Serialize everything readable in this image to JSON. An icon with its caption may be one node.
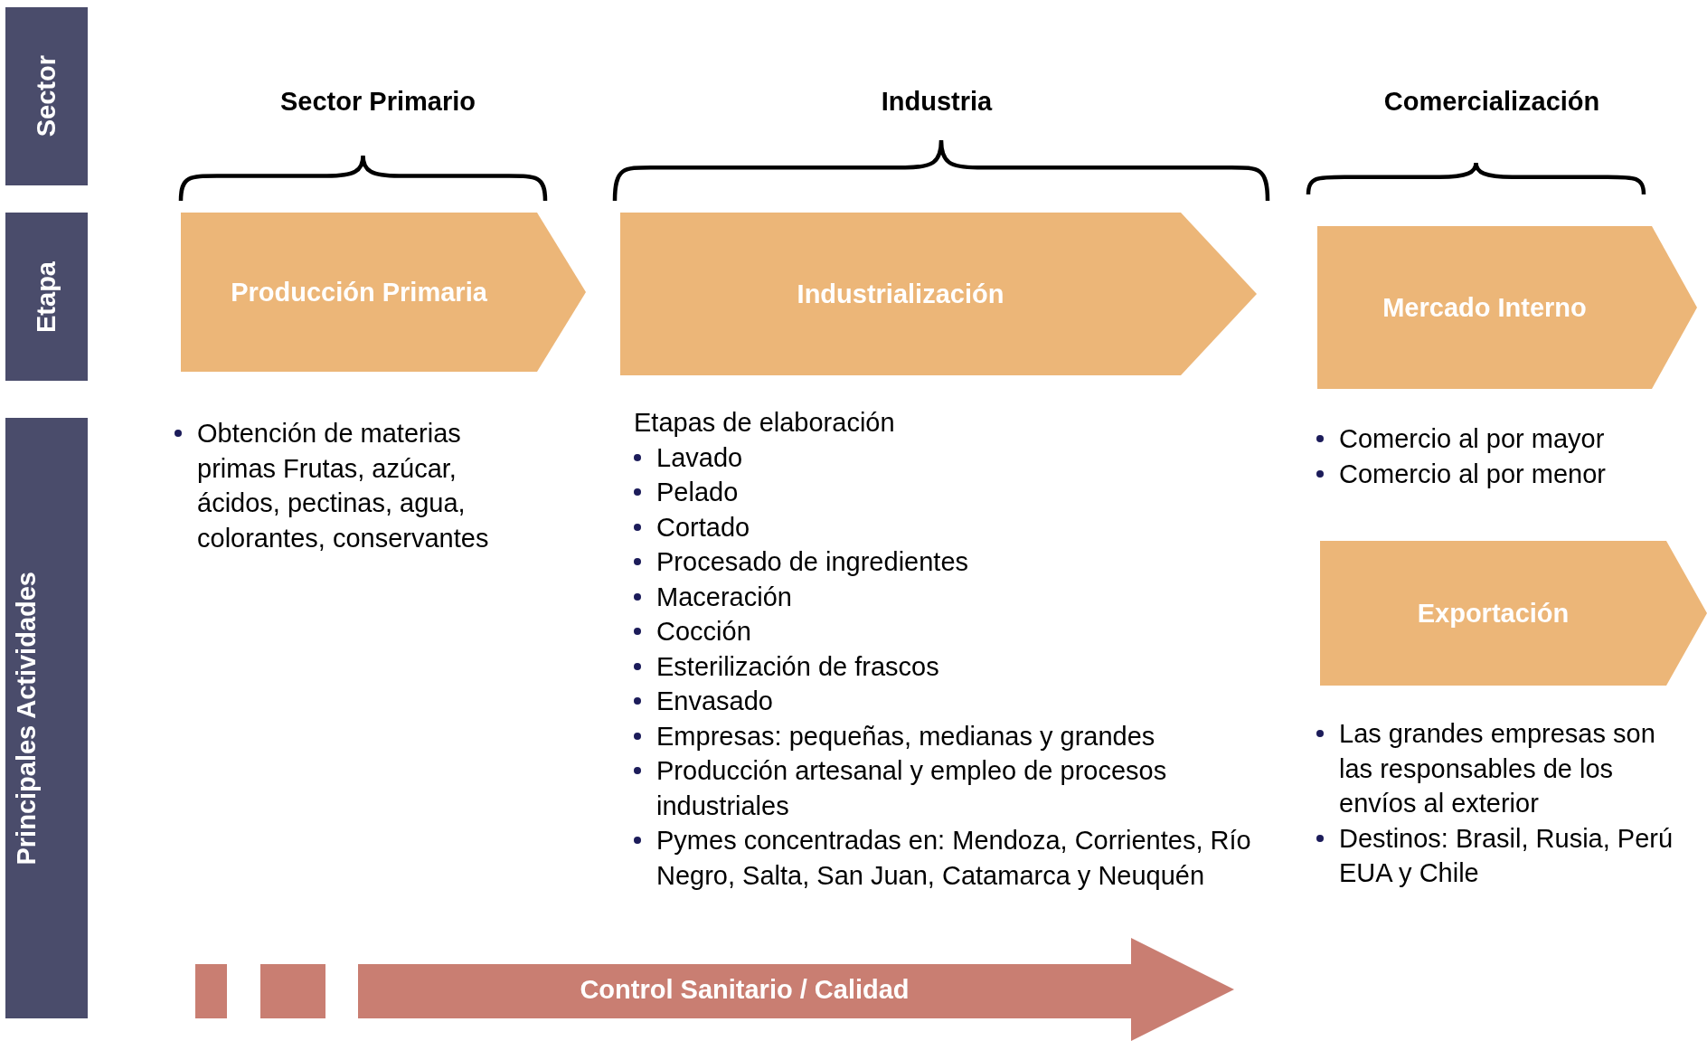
{
  "diagram": {
    "nodes": [
      {
        "text": [
          "Sector"
        ]
      },
      {
        "text": [
          "Etapa"
        ]
      },
      {
        "text": [
          "Principales Actividades"
        ]
      },
      {
        "text": [
          "Producción Primaria"
        ]
      },
      {
        "text": [
          "Industrialización"
        ]
      },
      {
        "text": [
          "Mercado Interno"
        ]
      },
      {
        "text": [
          "Exportación"
        ]
      },
      {
        "text": [],
        "shape": "box"
      },
      {
        "text": [],
        "shape": "box"
      },
      {
        "text": [
          "Control Sanitario / Calidad"
        ]
      }
    ],
    "edges": [],
    "labels": [
      "Sector Primario",
      "Industria",
      "Comercialización",
      "Obtención de materias primas Frutas, azúcar, ácidos, pectinas, agua, colorantes, conservantes",
      "Etapas de elaboración",
      "Lavado",
      "Pelado",
      "Cortado",
      "Procesado de ingredientes",
      "Maceración",
      "Cocción",
      "Esterilización de frascos",
      "Envasado",
      "Empresas: pequeñas, medianas y grandes",
      "Producción artesanal y empleo de procesos industriales",
      "Pymes concentradas en: Mendoza, Corrientes, Río Negro, Salta, San Juan, Catamarca y Neuquén",
      "Comercio al por mayor",
      "Comercio al por menor",
      "Las grandes empresas son las responsables de los envíos al exterior",
      "Destinos: Brasil, Rusia, Perú EUA y Chile"
    ]
  }
}
